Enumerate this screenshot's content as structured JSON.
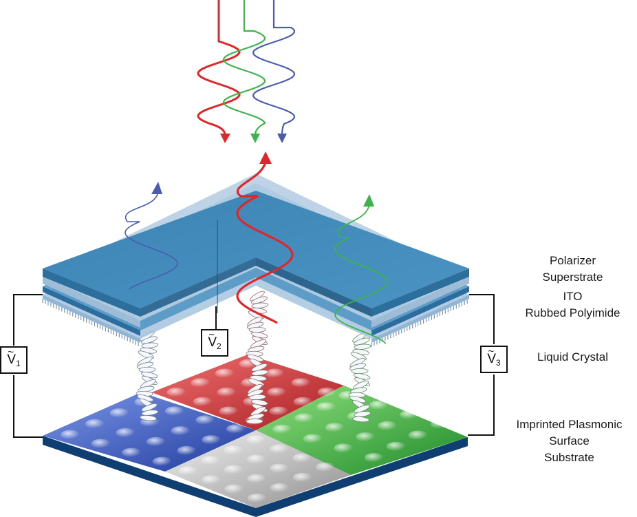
{
  "labels": {
    "polarizer": "Polarizer",
    "superstrate": "Superstrate",
    "ito": "ITO",
    "polyimide": "Rubbed Polyimide",
    "liquid_crystal": "Liquid Crystal",
    "plasmonic_line1": "Imprinted Plasmonic",
    "plasmonic_line2": "Surface",
    "plasmonic_line3": "Substrate"
  },
  "voltages": [
    {
      "symbol": "V",
      "tilde": "~",
      "sub": "1"
    },
    {
      "symbol": "V",
      "tilde": "~",
      "sub": "2"
    },
    {
      "symbol": "V",
      "tilde": "~",
      "sub": "3"
    }
  ],
  "colors": {
    "red": "#e0262a",
    "green": "#3cb44a",
    "blue": "#4a5cb0",
    "silver": "#c8c8c8",
    "plate_top": "#3f88b8",
    "plate_side": "#2d6f9c",
    "glass": "#a9c6de",
    "substrate": "#0f3f72"
  },
  "icons": [
    "arrow-down-icon",
    "arrow-up-icon",
    "liquid-crystal-helix-icon"
  ]
}
